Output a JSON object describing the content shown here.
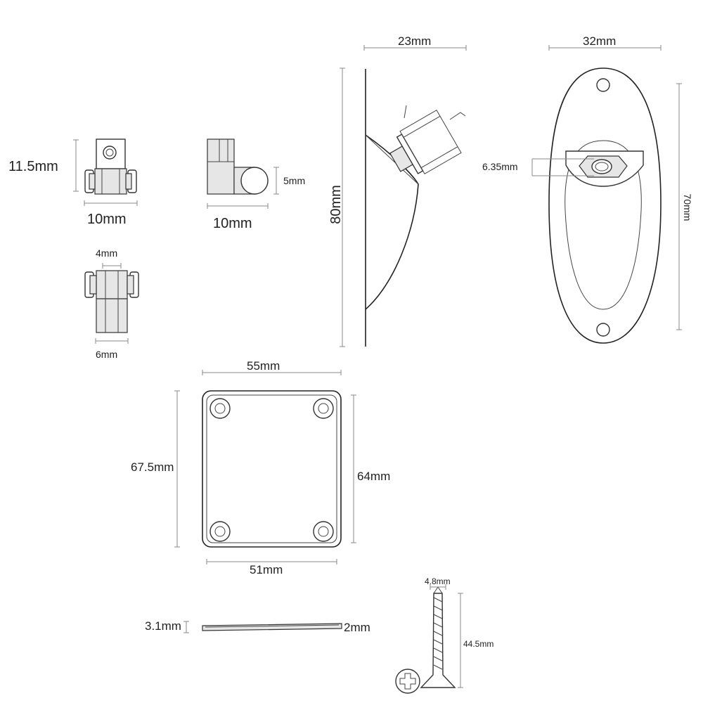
{
  "dimensions": {
    "saddle_height": "11.5mm",
    "saddle_width": "10mm",
    "side_width": "10mm",
    "side_height": "5mm",
    "top_width": "4mm",
    "bottom_width": "6mm",
    "jack_depth": "23mm",
    "jack_height": "80mm",
    "plate_width": "32mm",
    "plate_height": "70mm",
    "jack_hole": "6.35mm",
    "neckplate_outer_width": "55mm",
    "neckplate_outer_height": "67.5mm",
    "neckplate_inner_height": "64mm",
    "neckplate_inner_width": "51mm",
    "thickness_outer": "3.1mm",
    "thickness_inner": "2mm",
    "screw_diameter": "4.8mm",
    "screw_length": "44.5mm"
  }
}
